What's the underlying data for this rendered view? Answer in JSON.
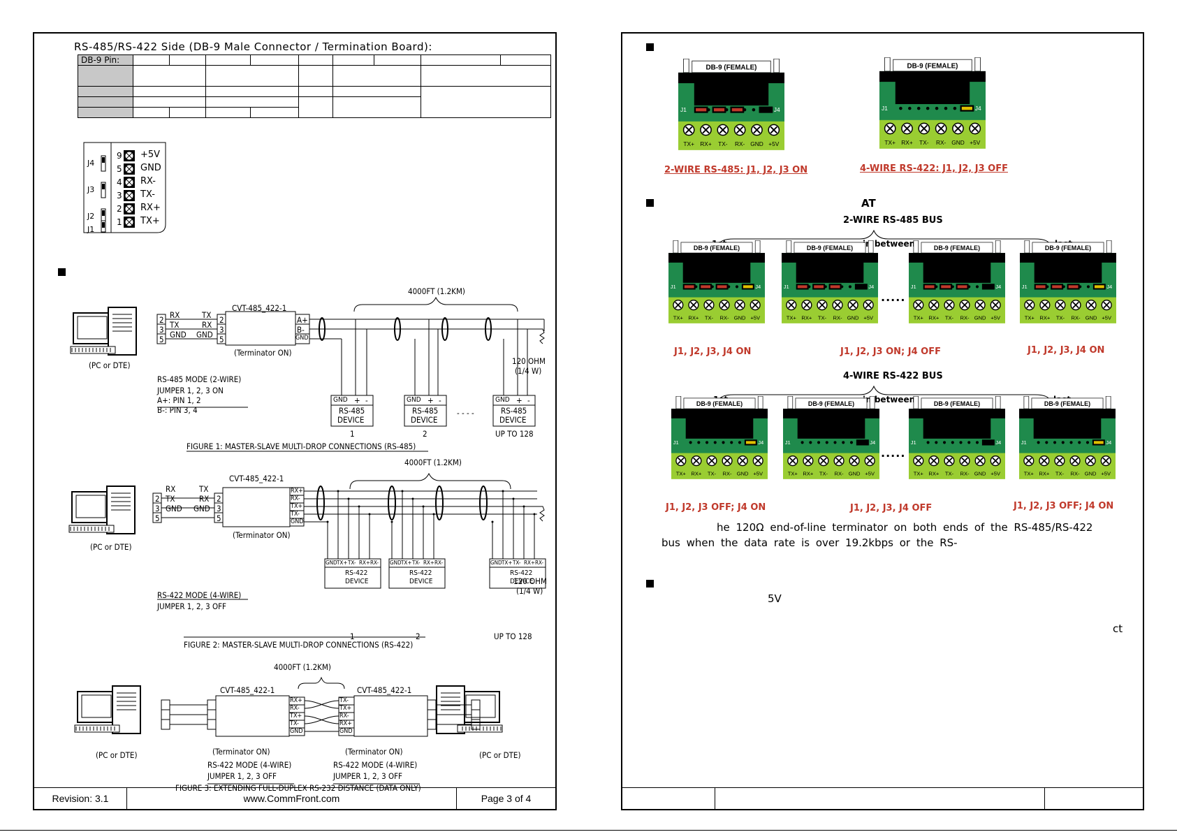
{
  "left_page": {
    "heading": "RS-485/RS-422 Side (DB-9 Male Connector / Termination Board):",
    "pin_table_label": "DB-9 Pin:",
    "terminal_block": {
      "rows": [
        {
          "jumper": "J4",
          "pin": "9",
          "signal": "+5V"
        },
        {
          "jumper": "",
          "pin": "5",
          "signal": "GND"
        },
        {
          "jumper": "J3",
          "pin": "4",
          "signal": "RX-"
        },
        {
          "jumper": "",
          "pin": "3",
          "signal": "TX-"
        },
        {
          "jumper": "J2",
          "pin": "2",
          "signal": "RX+"
        },
        {
          "jumper": "",
          "pin": "1",
          "signal": "TX+"
        }
      ],
      "j1_label": "J1"
    },
    "fig1": {
      "distance": "4000FT (1.2KM)",
      "device_label": "CVT-485_422-1",
      "pc_label": "(PC or DTE)",
      "terminator": "(Terminator ON)",
      "pc_pins": [
        "2",
        "3",
        "5"
      ],
      "pc_signals": [
        "RX",
        "TX",
        "GND"
      ],
      "cvt_signals": [
        "TX",
        "RX",
        "GND"
      ],
      "cvt_pins": [
        "2",
        "3",
        "5"
      ],
      "cvt_out": [
        "A+",
        "B-",
        "GND"
      ],
      "mode_title": "RS-485 MODE (2-WIRE)",
      "mode_lines": [
        "JUMPER 1, 2, 3 ON",
        "A+: PIN 1, 2",
        "B-: PIN 3, 4"
      ],
      "device_head": [
        "GND",
        "+",
        "-"
      ],
      "device_name": [
        "RS-485",
        "DEVICE"
      ],
      "device_nums": [
        "1",
        "2",
        "UP TO 128"
      ],
      "dashes": "- - - -",
      "resistor": [
        "120 OHM",
        "(1/4 W)"
      ],
      "caption": "FIGURE 1: MASTER-SLAVE MULTI-DROP CONNECTIONS (RS-485)"
    },
    "fig2": {
      "distance": "4000FT (1.2KM)",
      "device_label": "CVT-485_422-1",
      "pc_label": "(PC or DTE)",
      "terminator": "(Terminator ON)",
      "pc_pins": [
        "2",
        "3",
        "5"
      ],
      "pc_signals": [
        "RX",
        "TX",
        "GND"
      ],
      "cvt_signals": [
        "TX",
        "RX",
        "GND"
      ],
      "cvt_pins": [
        "2",
        "3",
        "5"
      ],
      "cvt_out": [
        "RX+",
        "RX-",
        "TX+",
        "TX-",
        "GND"
      ],
      "mode_title": "RS-422 MODE (4-WIRE)",
      "mode_lines": [
        "JUMPER 1, 2, 3 OFF"
      ],
      "device_head": [
        "GND",
        "TX+",
        "TX-",
        "RX+",
        "RX-"
      ],
      "device_name": [
        "RS-422",
        "DEVICE"
      ],
      "device_nums": [
        "1",
        "2",
        "UP TO 128"
      ],
      "resistor": [
        "120 OHM",
        "(1/4 W)"
      ],
      "caption": "FIGURE 2: MASTER-SLAVE MULTI-DROP CONNECTIONS (RS-422)"
    },
    "fig3": {
      "distance": "4000FT (1.2KM)",
      "device_label": "CVT-485_422-1",
      "pc_label": "(PC or DTE)",
      "terminator": "(Terminator ON)",
      "left_out": [
        "RX+",
        "RX-",
        "TX+",
        "TX-",
        "GND"
      ],
      "right_in": [
        "TX-",
        "TX+",
        "RX-",
        "RX+",
        "GND"
      ],
      "mode_title": "RS-422 MODE (4-WIRE)",
      "mode_lines": [
        "JUMPER 1, 2, 3 OFF"
      ],
      "caption": "FIGURE 3: EXTENDING FULL-DUPLEX RS-232 DISTANCE (DATA ONLY)"
    },
    "footer": {
      "revision": "Revision: 3.1",
      "site": "www.CommFront.com",
      "page": "Page 3 of 4"
    }
  },
  "right_page": {
    "board_header": "DB-9 (FEMALE)",
    "board_terminals": [
      "TX+",
      "RX+",
      "TX-",
      "RX-",
      "GND",
      "+5V"
    ],
    "j1": "J1",
    "j4": "J4",
    "config_2wire": "2-WIRE RS-485: J1, J2, J3  ON",
    "config_4wire": "4-WIRE RS-422: J1, J2, J3  OFF",
    "at_text": "AT",
    "bus485_title": "2-WIRE RS-485 BUS",
    "bus422_title": "4-WIRE RS-422 BUS",
    "pos_labels": [
      "1st",
      "in between",
      "last"
    ],
    "bus485_labels": [
      "J1, J2, J3, J4 ON",
      "J1, J2, J3 ON;  J4 OFF",
      "J1, J2, J3, J4 ON"
    ],
    "bus422_labels": [
      "J1, J2, J3 OFF; J4 ON",
      "J1, J2, J3, J4 OFF",
      "J1, J2, J3 OFF; J4 ON"
    ],
    "note_line1": "he 120Ω end-of-line terminator on both ends of the RS-485/RS-422",
    "note_line2": "bus when the data rate is over 19.2kbps or the RS-",
    "fivev": "5V",
    "ct": "ct"
  },
  "colors": {
    "board_green": "#1f8a4c",
    "terminal_green": "#9acd32",
    "jumper_red": "#c0392b",
    "jumper_yellow": "#e0c000",
    "label_red": "#c0392b"
  }
}
